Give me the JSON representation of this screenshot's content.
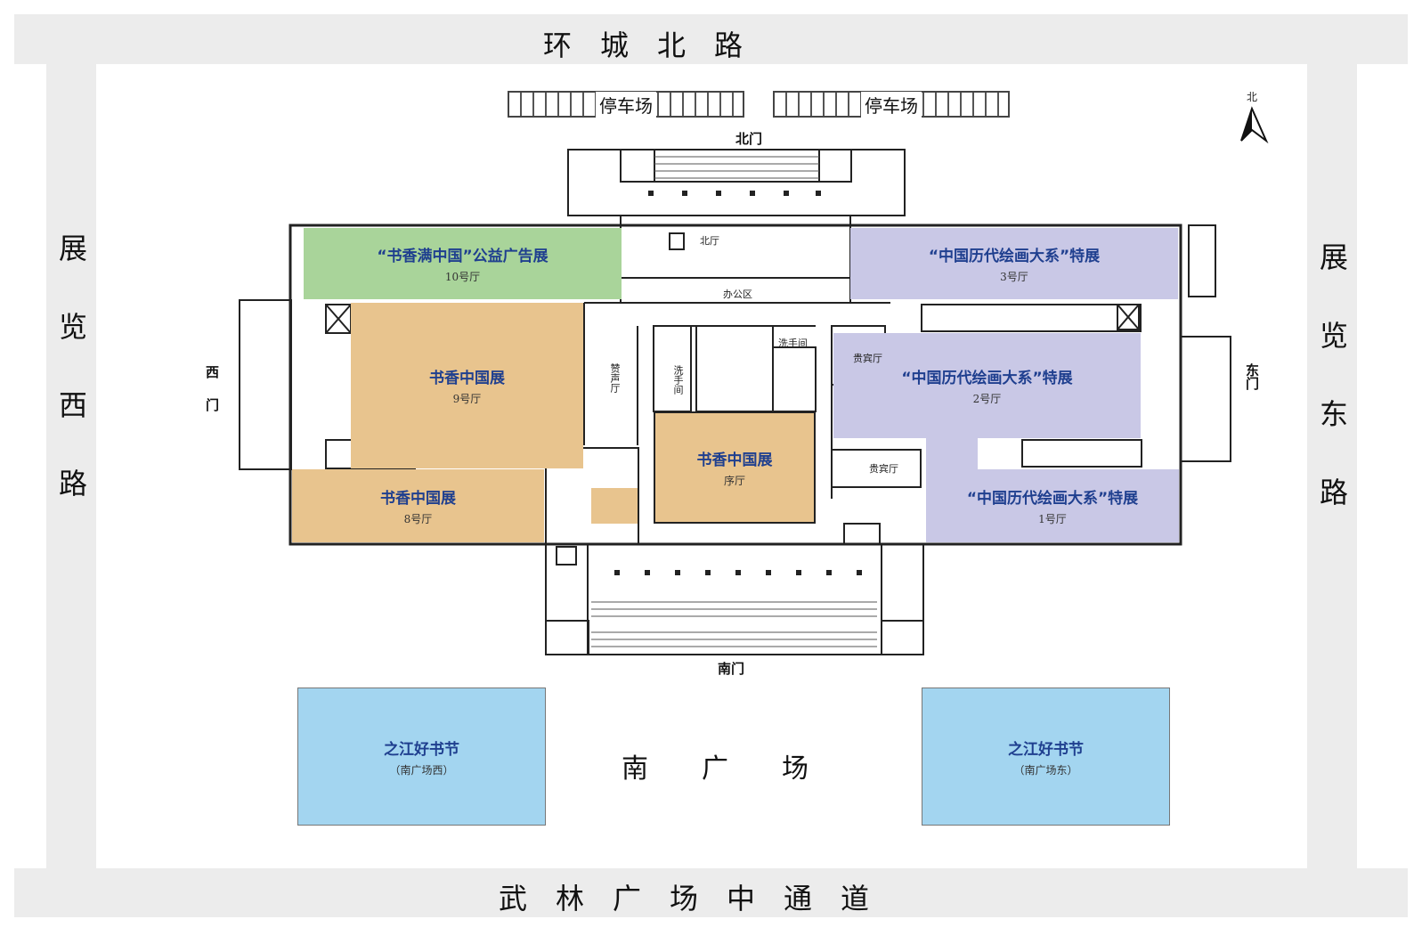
{
  "roads": {
    "north": "环　城　北　路",
    "south": "武　林　广　场　中　通　道",
    "west": "展览西路",
    "east": "展览东路"
  },
  "parking": {
    "left": "停车场",
    "right": "停车场"
  },
  "compass": {
    "label": "北"
  },
  "doors": {
    "north": "北门",
    "south": "南门",
    "west": "西门",
    "east": "东门"
  },
  "halls": {
    "h10": {
      "title": "“书香满中国”公益广告展",
      "sub": "10号厅",
      "color": "#a9d49a"
    },
    "h9": {
      "title": "书香中国展",
      "sub": "9号厅",
      "color": "#e8c48e"
    },
    "h8": {
      "title": "书香中国展",
      "sub": "8号厅",
      "color": "#e8c48e"
    },
    "hxu": {
      "title": "书香中国展",
      "sub": "序厅",
      "color": "#e8c48e"
    },
    "h3": {
      "title": "“中国历代绘画大系”特展",
      "sub": "3号厅",
      "color": "#c9c8e6"
    },
    "h2": {
      "title": "“中国历代绘画大系”特展",
      "sub": "2号厅",
      "color": "#c9c8e6"
    },
    "h1": {
      "title": "“中国历代绘画大系”特展",
      "sub": "1号厅",
      "color": "#c9c8e6"
    }
  },
  "rooms": {
    "beiting": "北厅",
    "office": "办公区",
    "baogao": "赞声厅",
    "washroom_v": "洗手间",
    "washroom_h": "洗手间",
    "vip1": "贵宾厅",
    "vip2": "贵宾厅"
  },
  "plaza": {
    "label": "南　　广　　场",
    "west": {
      "title": "之江好书节",
      "sub": "（南广场西）",
      "color": "#a3d5f0"
    },
    "east": {
      "title": "之江好书节",
      "sub": "（南广场东）",
      "color": "#a3d5f0"
    }
  }
}
